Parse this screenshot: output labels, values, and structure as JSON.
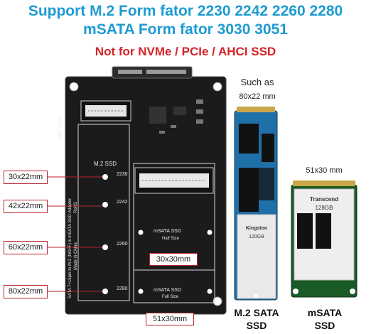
{
  "header": {
    "line1": "Support M.2 Form fator 2230 2242 2260 2280",
    "line2": "mSATA Form fator 3030 3051",
    "warning": "Not for NVMe / PCIe / AHCI SSD"
  },
  "such_as": "Such as",
  "m2_size": "80x22 mm",
  "msata_size": "51x30 mm",
  "callouts": [
    "30x22mm",
    "42x22mm",
    "60x22mm",
    "80x22mm"
  ],
  "board": {
    "m2_label": "M.2 SSD",
    "positions": [
      "2230",
      "2242",
      "2260",
      "2280"
    ],
    "msata_half": "mSATA SSD",
    "half_size": "Half Size",
    "msata_full": "mSATA SSD",
    "full_size": "Full Size",
    "rev": "REV : M.1A",
    "side_text": "SATA 7+15pin to M.2 (NGFF) & mSATA SSD Adapter",
    "rohs": "RoHS",
    "made_in": "Made in China"
  },
  "half_box": "30x30mm",
  "full_box": "51x30mm",
  "caption_m2": [
    "M.2 SATA",
    "SSD"
  ],
  "caption_msata": [
    "mSATA",
    "SSD"
  ],
  "m2_card": {
    "brand": "Kingston",
    "capacity": "120GB"
  },
  "msata_card": {
    "brand": "Transcend",
    "capacity": "128GB"
  }
}
